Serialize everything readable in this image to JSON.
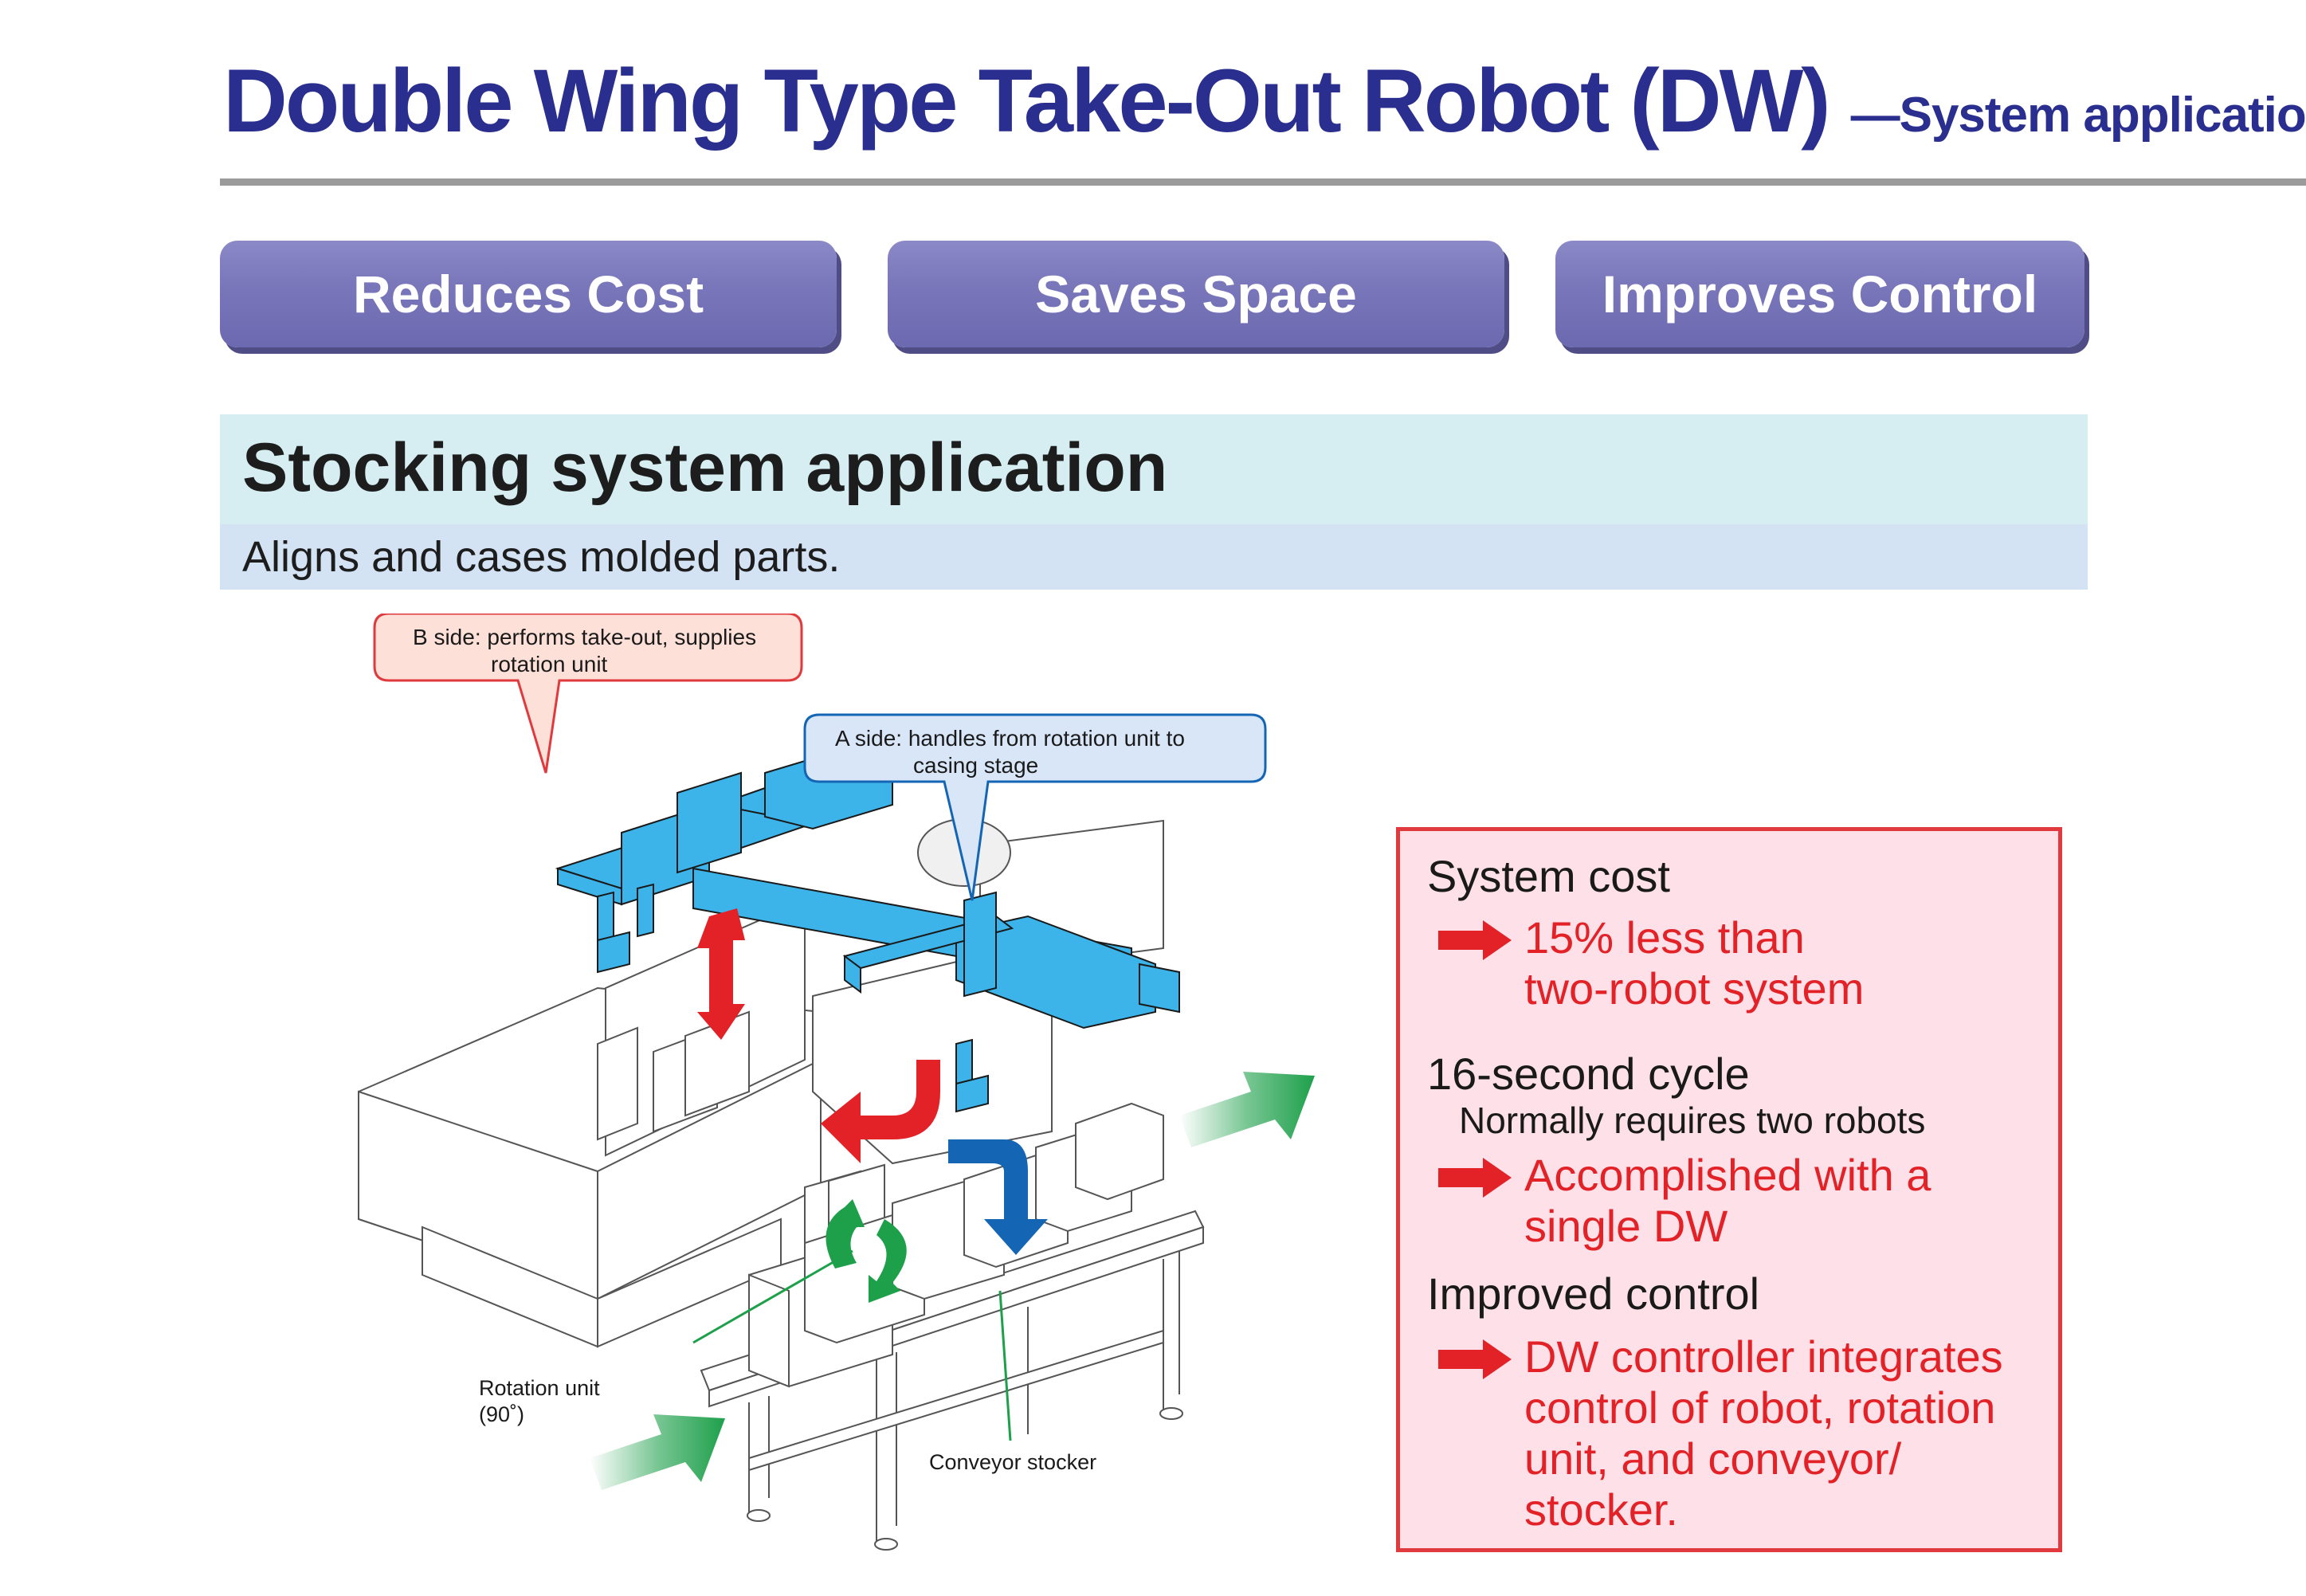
{
  "title": {
    "main": "Double Wing Type Take-Out Robot (DW)",
    "sub": "—System applications—"
  },
  "features": [
    {
      "label": "Reduces Cost"
    },
    {
      "label": "Saves Space"
    },
    {
      "label": "Improves Control"
    }
  ],
  "section": {
    "title": "Stocking system application",
    "subtitle": "Aligns and cases molded parts."
  },
  "diagram": {
    "callout_b": {
      "line1": "B side: performs take-out, supplies",
      "line2": "rotation unit"
    },
    "callout_a": {
      "line1": "A side: handles from rotation unit to",
      "line2": "casing stage"
    },
    "label_rotation": {
      "line1": "Rotation unit",
      "line2": "(90˚)"
    },
    "label_conveyor": "Conveyor stocker"
  },
  "info": {
    "system_cost": {
      "heading": "System cost",
      "result": "15% less than\ntwo-robot system"
    },
    "cycle": {
      "heading": "16-second cycle",
      "note": "Normally requires two robots",
      "result": "Accomplished with a\nsingle DW"
    },
    "control": {
      "heading": "Improved control",
      "result": "DW controller integrates\ncontrol of robot, rotation\nunit, and conveyor/\nstocker."
    }
  },
  "colors": {
    "title": "#2a2f8f",
    "pill": "#7a77bb",
    "section_band": "#d6eef2",
    "subtitle_band": "#d3e3f3",
    "info_bg": "#fde0e8",
    "info_border": "#e03a3e",
    "accent_red": "#e32228",
    "robot_blue": "#3cb4ea",
    "arrow_green": "#1ea04b",
    "arrow_blue": "#1466b4"
  }
}
